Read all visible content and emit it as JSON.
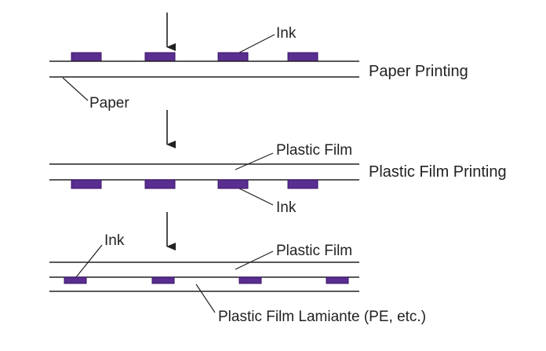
{
  "colors": {
    "ink": "#5a2d91",
    "ink_border": "#3b1466",
    "line": "#222222"
  },
  "labels": {
    "ink_top": "Ink",
    "paper_printing": "Paper Printing",
    "paper": "Paper",
    "plastic_film_mid": "Plastic Film",
    "plastic_film_printing": "Plastic Film Printing",
    "ink_mid": "Ink",
    "ink_bottom": "Ink",
    "plastic_film_bottom": "Plastic Film",
    "laminate": "Plastic Film Lamiante (PE, etc.)"
  }
}
